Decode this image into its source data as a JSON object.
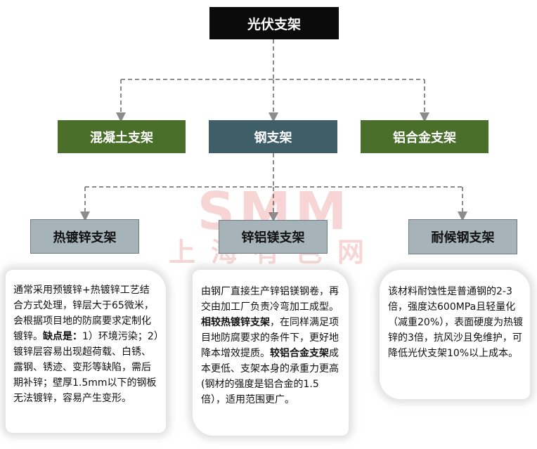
{
  "root": {
    "label": "光伏支架"
  },
  "level1": {
    "concrete": "混凝土支架",
    "steel": "钢支架",
    "aluminum": "铝合金支架"
  },
  "level2": {
    "hotdip": "热镀锌支架",
    "znalmg": "锌铝镁支架",
    "weathering": "耐候钢支架"
  },
  "cards": {
    "hotdip": {
      "text1": "通常采用预镀锌+热镀锌工艺结合方式处理，锌层大于65微米，会根据项目地的防腐要求定制化镀锌。",
      "bold1": "缺点是：",
      "text2": "1）环境污染；2）镀锌层容易出现超荷载、白锈、露钢、锈迹、变形等缺陷，需后期补锌；壁厚1.5mm以下的钢板无法镀锌，容易产生变形。"
    },
    "znalmg": {
      "text1": "由钢厂直接生产锌铝镁钢卷，再交由加工厂负责冷弯加工成型。",
      "bold1": "相较热镀锌支架",
      "text2": "，在同样满足项目地防腐要求的条件下，更好地降本增效提质。",
      "bold2": "较铝合金支架",
      "text3": "成本更低、支架本身的承重力更高(钢材的强度是铝合金的1.5倍），适用范围更广。"
    },
    "weathering": {
      "text1": "该材料耐蚀性是普通钢的2-3倍，强度达600MPa且轻量化（减重20%），表面硬度为热镀锌的3倍，抗风沙且免维护，可降低光伏支架10%以上成本。"
    }
  },
  "watermark": {
    "big": "SMM",
    "small": "上海有色网"
  },
  "colors": {
    "root": "#0b0b0b",
    "green": "#4a6f2b",
    "teal": "#3e5f68",
    "grey": "#a6b4ba",
    "connector": "#8c8c8c"
  }
}
